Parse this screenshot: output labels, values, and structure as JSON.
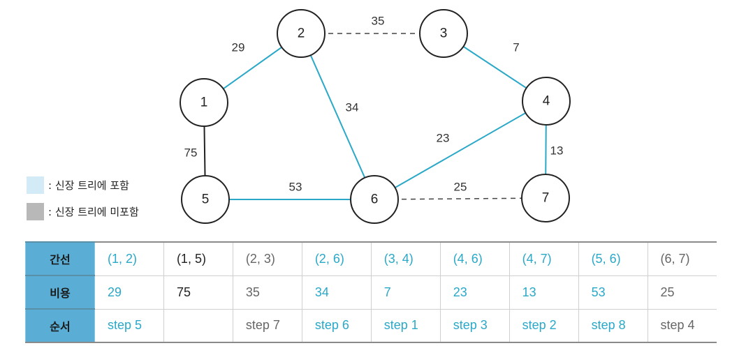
{
  "colors": {
    "included": "#2aa8c8",
    "excluded_bold": "#222222",
    "excluded": "#666666",
    "legend_in": "#d2ebf7",
    "legend_out": "#b8b8b8"
  },
  "nodes": [
    {
      "id": "1",
      "label": "1"
    },
    {
      "id": "2",
      "label": "2"
    },
    {
      "id": "3",
      "label": "3"
    },
    {
      "id": "4",
      "label": "4"
    },
    {
      "id": "5",
      "label": "5"
    },
    {
      "id": "6",
      "label": "6"
    },
    {
      "id": "7",
      "label": "7"
    }
  ],
  "edges": [
    {
      "from": "1",
      "to": "2",
      "weight": "29",
      "style": "included"
    },
    {
      "from": "2",
      "to": "3",
      "weight": "35",
      "style": "dashed"
    },
    {
      "from": "3",
      "to": "4",
      "weight": "7",
      "style": "included"
    },
    {
      "from": "2",
      "to": "6",
      "weight": "34",
      "style": "included"
    },
    {
      "from": "1",
      "to": "5",
      "weight": "75",
      "style": "dark"
    },
    {
      "from": "4",
      "to": "6",
      "weight": "23",
      "style": "included"
    },
    {
      "from": "4",
      "to": "7",
      "weight": "13",
      "style": "included"
    },
    {
      "from": "5",
      "to": "6",
      "weight": "53",
      "style": "included"
    },
    {
      "from": "6",
      "to": "7",
      "weight": "25",
      "style": "dashed"
    }
  ],
  "legend": {
    "included_label": ": 신장 트리에 포함",
    "excluded_label": ": 신장 트리에 미포함"
  },
  "table": {
    "headers": [
      "간선",
      "비용",
      "순서"
    ],
    "columns": [
      {
        "edge": "(1, 2)",
        "cost": "29",
        "order": "step 5",
        "status": "included"
      },
      {
        "edge": "(1, 5)",
        "cost": "75",
        "order": "",
        "status": "dark"
      },
      {
        "edge": "(2, 3)",
        "cost": "35",
        "order": "step 7",
        "status": "excluded"
      },
      {
        "edge": "(2, 6)",
        "cost": "34",
        "order": "step 6",
        "status": "included"
      },
      {
        "edge": "(3, 4)",
        "cost": "7",
        "order": "step 1",
        "status": "included"
      },
      {
        "edge": "(4, 6)",
        "cost": "23",
        "order": "step 3",
        "status": "included"
      },
      {
        "edge": "(4, 7)",
        "cost": "13",
        "order": "step 2",
        "status": "included"
      },
      {
        "edge": "(5, 6)",
        "cost": "53",
        "order": "step 8",
        "status": "included"
      },
      {
        "edge": "(6, 7)",
        "cost": "25",
        "order": "step 4",
        "status": "excluded"
      }
    ]
  }
}
